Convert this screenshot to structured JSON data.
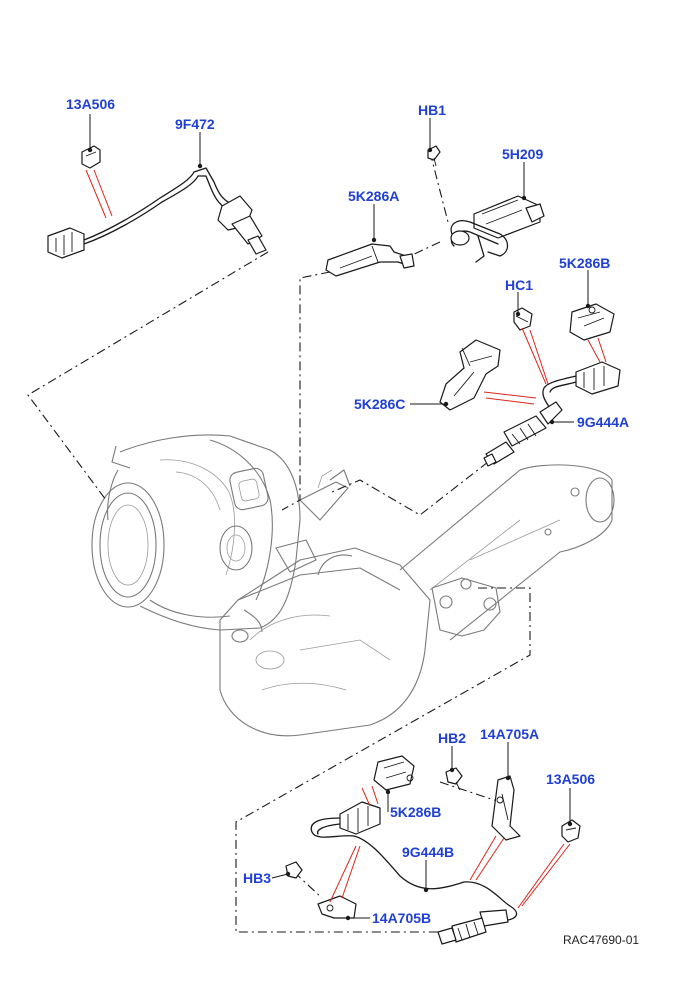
{
  "diagram": {
    "reference": "RAC47690-01",
    "labels": {
      "l_13a506_top": "13A506",
      "l_9f472": "9F472",
      "l_hb1": "HB1",
      "l_5h209": "5H209",
      "l_5k286a": "5K286A",
      "l_5k286b_top": "5K286B",
      "l_hc1": "HC1",
      "l_5k286c": "5K286C",
      "l_9g444a": "9G444A",
      "l_hb2": "HB2",
      "l_14a705a": "14A705A",
      "l_13a506_bot": "13A506",
      "l_5k286b_bot": "5K286B",
      "l_9g444b": "9G444B",
      "l_hb3": "HB3",
      "l_14a705b": "14A705B"
    },
    "colors": {
      "label": "#1f3fd6",
      "line": "#1a1a1a",
      "highlight": "#d9261c",
      "housing": "#7a7a7a"
    }
  }
}
